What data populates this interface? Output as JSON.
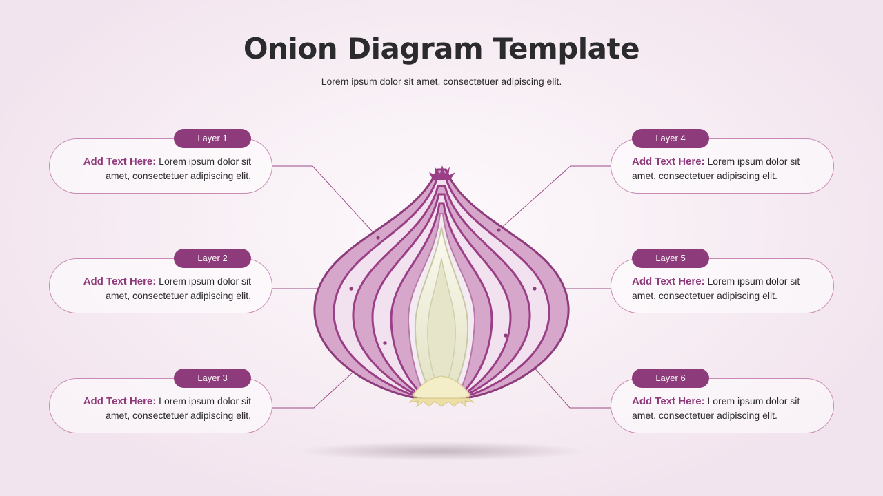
{
  "title": "Onion Diagram Template",
  "subtitle": "Lorem ipsum dolor sit amet, consectetuer adipiscing elit.",
  "layers": [
    {
      "label": "Layer 1",
      "lead": "Add Text Here:",
      "text": "Lorem ipsum dolor sit amet, consectetuer adipiscing elit."
    },
    {
      "label": "Layer 2",
      "lead": "Add Text Here:",
      "text": "Lorem ipsum dolor sit amet, consectetuer adipiscing elit."
    },
    {
      "label": "Layer 3",
      "lead": "Add Text Here:",
      "text": "Lorem ipsum dolor sit amet, consectetuer adipiscing elit."
    },
    {
      "label": "Layer 4",
      "lead": "Add Text Here:",
      "text": "Lorem ipsum dolor sit amet, consectetuer adipiscing elit."
    },
    {
      "label": "Layer 5",
      "lead": "Add Text Here:",
      "text": "Lorem ipsum dolor sit amet, consectetuer adipiscing elit."
    },
    {
      "label": "Layer 6",
      "lead": "Add Text Here:",
      "text": "Lorem ipsum dolor sit amet, consectetuer adipiscing elit."
    }
  ],
  "colors": {
    "accent": "#8e3b7c",
    "outline": "#c98bb6",
    "onion_dark": "#9a3f86",
    "onion_mid": "#d6a6cb",
    "onion_light": "#f2e1ee",
    "core": "#e4e3c8",
    "text": "#2b2b2e"
  }
}
